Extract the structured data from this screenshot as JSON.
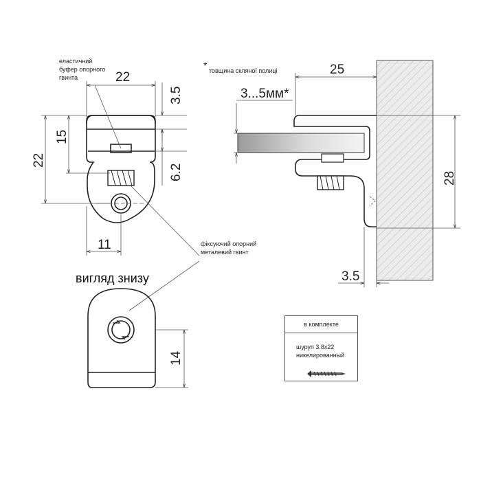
{
  "front_view": {
    "dim_width": "22",
    "dim_top_gap": "3.5",
    "dim_inner_height": "15",
    "dim_total_height": "22",
    "dim_lower_gap": "6.2",
    "dim_hole_offset": "11",
    "label_buffer": [
      "еластичний",
      "буфер опорного",
      "гвинта"
    ],
    "label_screw": [
      "фіксуючий опорний",
      "металевий гвинт"
    ]
  },
  "bottom_view": {
    "title": "вигляд знизу",
    "dim_height": "14"
  },
  "side_view": {
    "note_star": "*",
    "note_glass": "товщина скляної полиці",
    "dim_depth": "25",
    "dim_glass": "3...5мм*",
    "dim_height": "28",
    "dim_wall_gap": "3.5"
  },
  "kit": {
    "header": "в комплекте",
    "line1": "шуруп 3.8х22",
    "line2": "никелированный"
  },
  "colors": {
    "line": "#222222",
    "wall_hatch": "#e8e8e8",
    "glass_dark": "#8a8a8a",
    "glass_light": "#f2f2f2"
  }
}
